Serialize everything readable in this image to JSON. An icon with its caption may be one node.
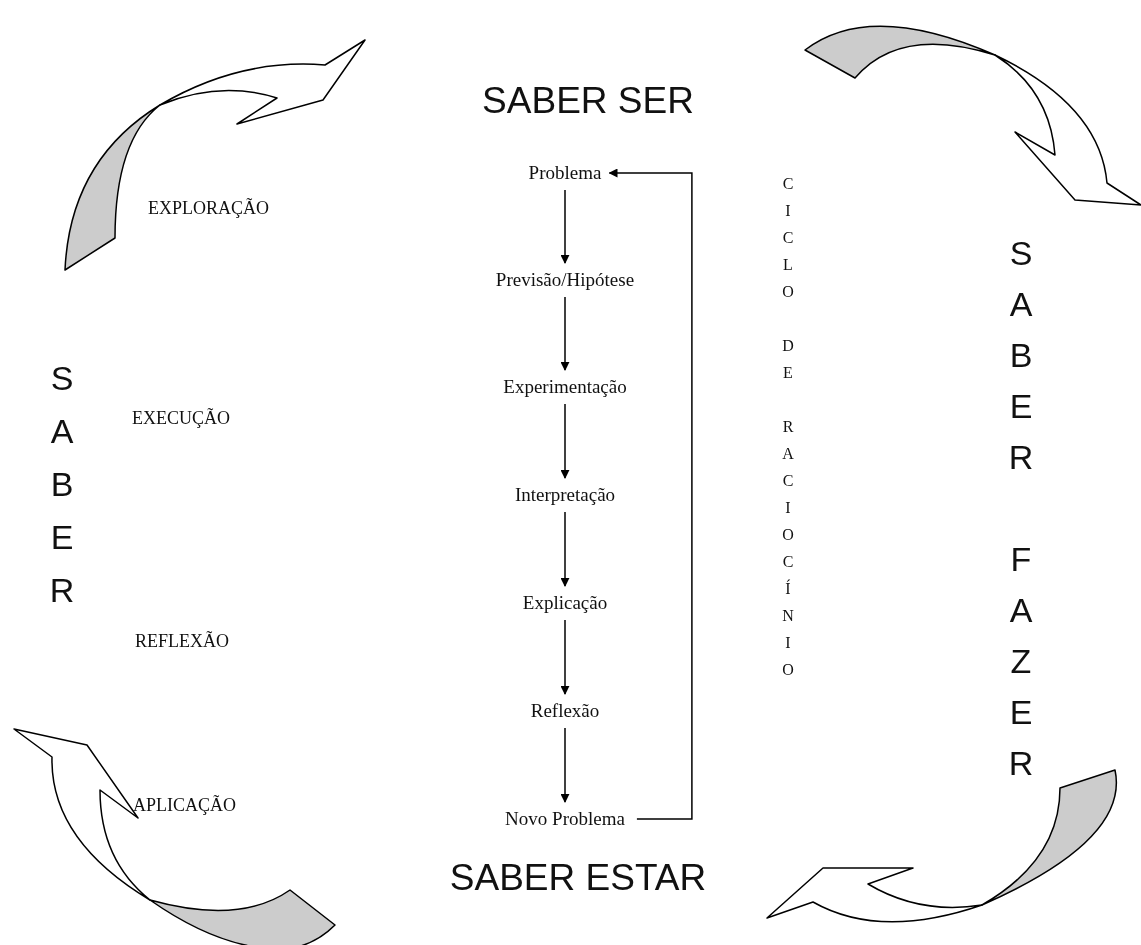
{
  "diagram": {
    "nodes": [
      {
        "text": [
          "Problema"
        ]
      },
      {
        "text": [
          "Previsão/Hipótese"
        ]
      },
      {
        "text": [
          "Experimentação"
        ]
      },
      {
        "text": [
          "Interpretação"
        ]
      },
      {
        "text": [
          "Explicação"
        ]
      },
      {
        "text": [
          "Reflexão"
        ]
      },
      {
        "text": [
          "Novo Problema"
        ]
      }
    ],
    "edges": [
      {
        "from": 0,
        "to": 1,
        "arrow": "to"
      },
      {
        "from": 1,
        "to": 2,
        "arrow": "to"
      },
      {
        "from": 2,
        "to": 3,
        "arrow": "to"
      },
      {
        "from": 3,
        "to": 4,
        "arrow": "to"
      },
      {
        "from": 4,
        "to": 5,
        "arrow": "to"
      },
      {
        "from": 5,
        "to": 6,
        "arrow": "to"
      },
      {
        "from": 6,
        "to": 0,
        "arrow": "to"
      }
    ],
    "labels": [
      "SABER SER",
      "EXPLORAÇÃO",
      "CICLO DE RACIOCÍNIO",
      "SABER FAZER",
      "SABER",
      "EXECUÇÃO",
      "REFLEXÃO",
      "APLICAÇÃO",
      "SABER ESTAR"
    ]
  }
}
